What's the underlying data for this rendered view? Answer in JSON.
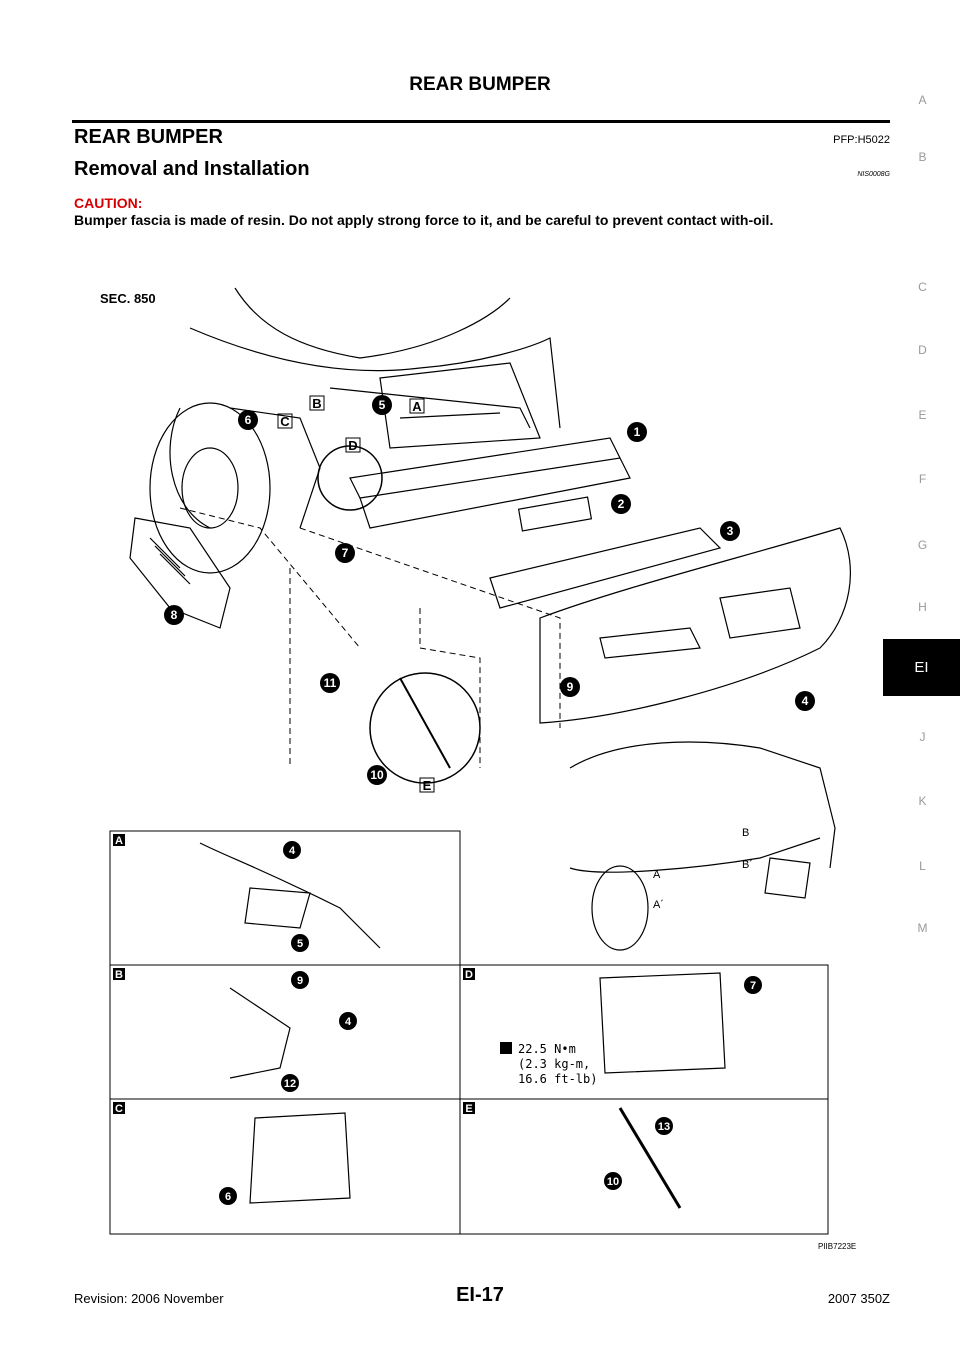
{
  "header": {
    "title": "REAR BUMPER"
  },
  "section": {
    "title": "REAR BUMPER",
    "pfp": "PFP:H5022"
  },
  "subsection": {
    "title": "Removal and Installation",
    "code": "NIS0008G"
  },
  "caution": {
    "label": "CAUTION:",
    "text": "Bumper fascia is made of resin. Do not apply strong force to it, and be careful to prevent contact with-oil."
  },
  "side_index": {
    "letters": [
      "A",
      "B",
      "C",
      "D",
      "E",
      "F",
      "G",
      "H",
      "J",
      "K",
      "L",
      "M"
    ],
    "active": "EI"
  },
  "diagram": {
    "sec": "SEC. 850",
    "callouts": [
      "1",
      "2",
      "3",
      "4",
      "5",
      "6",
      "7",
      "8",
      "9",
      "10",
      "11",
      "12",
      "13"
    ],
    "detail_labels": [
      "A",
      "B",
      "C",
      "D",
      "E"
    ],
    "car_labels": [
      "A",
      "A´",
      "B",
      "B´"
    ],
    "torque": [
      "22.5 N•m",
      "(2.3 kg-m,",
      "16.6 ft-lb)"
    ],
    "image_code": "PIIB7223E"
  },
  "footer": {
    "left": "Revision: 2006 November",
    "center": "EI-17",
    "right": "2007 350Z"
  }
}
